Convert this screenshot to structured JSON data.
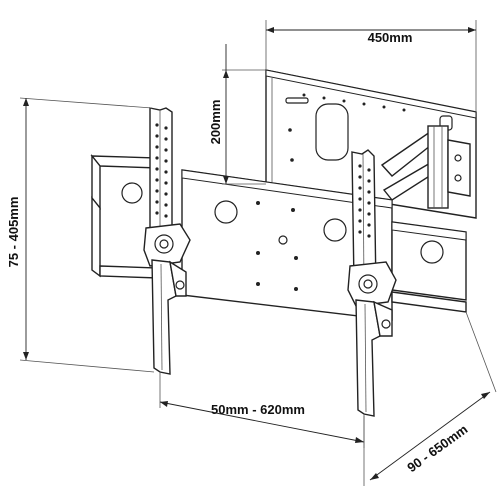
{
  "diagram": {
    "labels": {
      "width_450": "450mm",
      "height_200": "200mm",
      "vertical_range": "75 - 405mm",
      "horizontal_range": "50mm - 620mm",
      "depth_range": "90 - 650mm"
    },
    "colors": {
      "line": "#222222",
      "background": "#ffffff"
    }
  }
}
